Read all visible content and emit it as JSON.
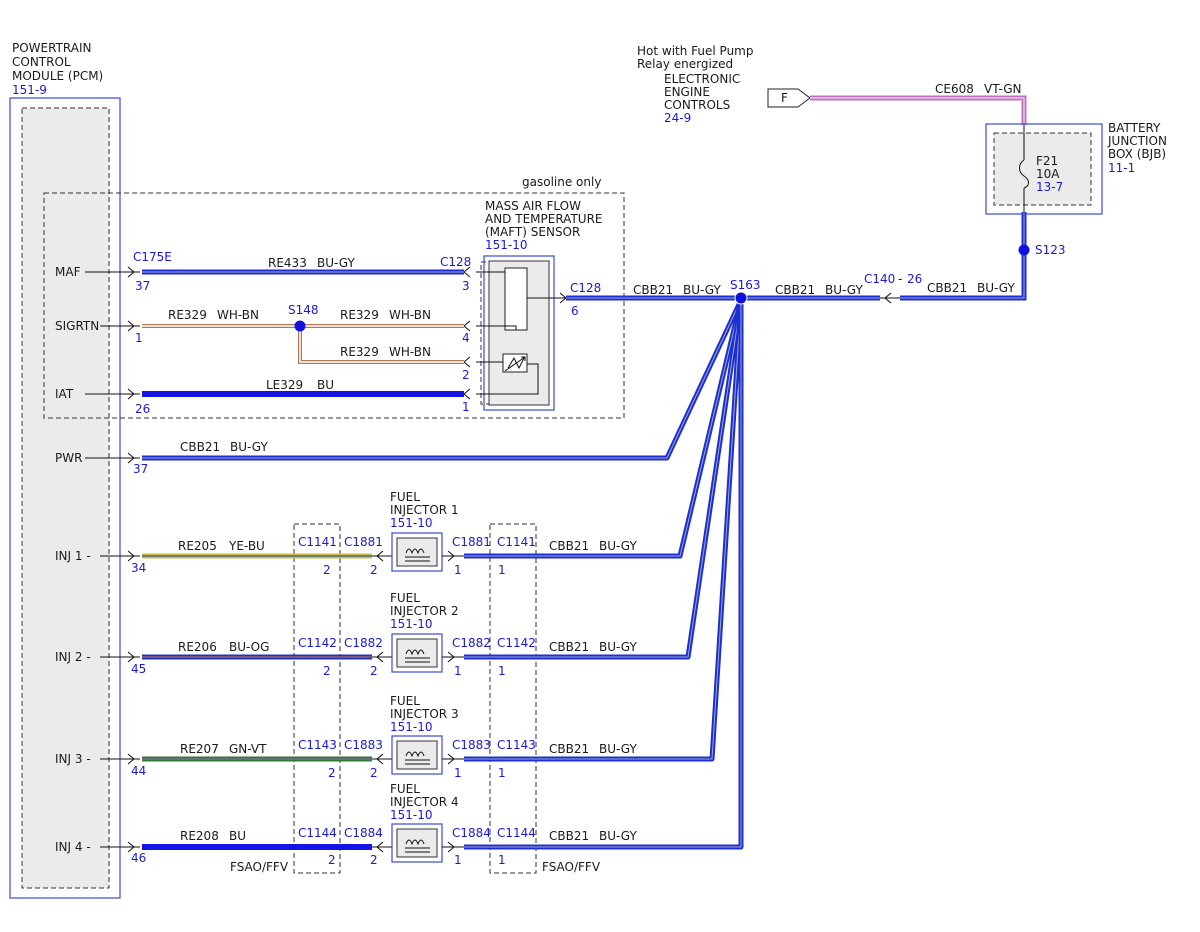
{
  "colors": {
    "wire_bu_gy": "#1c2ed6",
    "wire_bu": "#1414e6",
    "wire_wh_bn": "#b07a55",
    "wire_ye_bu": "#c8c040",
    "wire_bu_og": "#2030c0",
    "wire_gn_vt": "#2e7d2e",
    "wire_vt_gn": "#c070c0",
    "splice": "#1010e0"
  },
  "pcm": {
    "title_lines": [
      "POWERTRAIN",
      "CONTROL",
      "MODULE (PCM)"
    ],
    "ref": "151-9"
  },
  "pcm_pins": [
    {
      "label": "MAF",
      "connector": "C175E",
      "pin": "37"
    },
    {
      "label": "SIGRTN",
      "pin": "1"
    },
    {
      "label": "IAT",
      "pin": "26"
    },
    {
      "label": "PWR",
      "pin": "37"
    },
    {
      "label": "INJ 1 -",
      "pin": "34"
    },
    {
      "label": "INJ 2 -",
      "pin": "45"
    },
    {
      "label": "INJ 3 -",
      "pin": "44"
    },
    {
      "label": "INJ 4 -",
      "pin": "46"
    }
  ],
  "gasoline_only": "gasoline only",
  "maft": {
    "title_lines": [
      "MASS AIR FLOW",
      "AND TEMPERATURE",
      "(MAFT) SENSOR"
    ],
    "ref": "151-10",
    "connector": "C128",
    "pins": [
      "3",
      "4",
      "2",
      "1"
    ],
    "out_connector": "C128",
    "out_pin": "6"
  },
  "wires": {
    "maf": {
      "circuit": "RE433",
      "color": "BU-GY"
    },
    "sigrtn_a": {
      "circuit": "RE329",
      "color": "WH-BN"
    },
    "sigrtn_b": {
      "circuit": "RE329",
      "color": "WH-BN"
    },
    "sigrtn_c": {
      "circuit": "RE329",
      "color": "WH-BN"
    },
    "iat": {
      "circuit": "LE329",
      "color": "BU"
    },
    "pwr": {
      "circuit": "CBB21",
      "color": "BU-GY"
    },
    "maft_out": {
      "circuit": "CBB21",
      "color": "BU-GY"
    },
    "s163_c140": {
      "circuit": "CBB21",
      "color": "BU-GY"
    },
    "c140_s123": {
      "circuit": "CBB21",
      "color": "BU-GY"
    },
    "fuse_feed": {
      "circuit": "CE608",
      "color": "VT-GN"
    }
  },
  "splices": {
    "s148": "S148",
    "s163": "S163",
    "s123": "S123"
  },
  "c140": {
    "connector": "C140",
    "dash": "-",
    "pin": "26"
  },
  "hot_note_lines": [
    "Hot with Fuel Pump",
    "Relay energized"
  ],
  "eec": {
    "lines": [
      "ELECTRONIC",
      "ENGINE",
      "CONTROLS"
    ],
    "ref": "24-9"
  },
  "flag_letter": "F",
  "bjb": {
    "title_lines": [
      "BATTERY",
      "JUNCTION",
      "BOX (BJB)"
    ],
    "ref": "11-1",
    "fuse": "F21",
    "amps": "10A",
    "fuse_ref": "13-7"
  },
  "injectors": [
    {
      "title_lines": [
        "FUEL",
        "INJECTOR 1"
      ],
      "ref": "151-10",
      "circuit": "RE205",
      "color": "YE-BU",
      "inline_left": "C1141",
      "inline_left_pin": "2",
      "inj_conn_left": "C1881",
      "inj_pin_left": "2",
      "inj_conn_right": "C1881",
      "inj_pin_right": "1",
      "inline_right": "C1141",
      "inline_right_pin": "1",
      "out_circuit": "CBB21",
      "out_color": "BU-GY"
    },
    {
      "title_lines": [
        "FUEL",
        "INJECTOR 2"
      ],
      "ref": "151-10",
      "circuit": "RE206",
      "color": "BU-OG",
      "inline_left": "C1142",
      "inline_left_pin": "2",
      "inj_conn_left": "C1882",
      "inj_pin_left": "2",
      "inj_conn_right": "C1882",
      "inj_pin_right": "1",
      "inline_right": "C1142",
      "inline_right_pin": "1",
      "out_circuit": "CBB21",
      "out_color": "BU-GY"
    },
    {
      "title_lines": [
        "FUEL",
        "INJECTOR 3"
      ],
      "ref": "151-10",
      "circuit": "RE207",
      "color": "GN-VT",
      "inline_left": "C1143",
      "inline_left_pin": "2",
      "inj_conn_left": "C1883",
      "inj_pin_left": "2",
      "inj_conn_right": "C1883",
      "inj_pin_right": "1",
      "inline_right": "C1143",
      "inline_right_pin": "1",
      "out_circuit": "CBB21",
      "out_color": "BU-GY"
    },
    {
      "title_lines": [
        "FUEL",
        "INJECTOR 4"
      ],
      "ref": "151-10",
      "circuit": "RE208",
      "color": "BU",
      "inline_left": "C1144",
      "inline_left_pin": "2",
      "inj_conn_left": "C1884",
      "inj_pin_left": "2",
      "inj_conn_right": "C1884",
      "inj_pin_right": "1",
      "inline_right": "C1144",
      "inline_right_pin": "1",
      "out_circuit": "CBB21",
      "out_color": "BU-GY"
    }
  ],
  "fsao_ffv": [
    "FSAO/FFV",
    "FSAO/FFV"
  ]
}
